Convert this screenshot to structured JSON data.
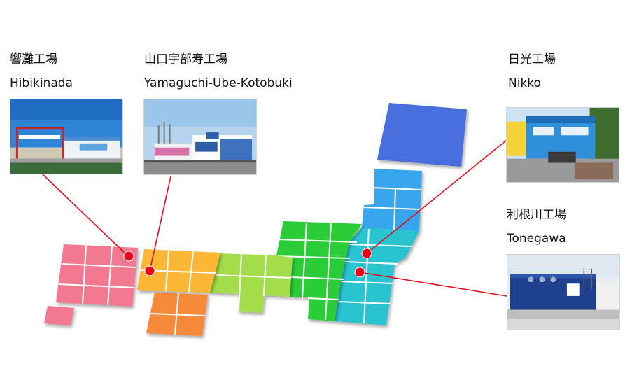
{
  "factories": [
    {
      "id": "hibikinada",
      "jp": "響灘工場",
      "en": "Hibikinada",
      "photo_icon": "factory-photo-hibikinada"
    },
    {
      "id": "yamaguchi",
      "jp": "山口宇部寿工場",
      "en": "Yamaguchi-Ube-Kotobuki",
      "photo_icon": "factory-photo-yamaguchi"
    },
    {
      "id": "nikko",
      "jp": "日光工場",
      "en": "Nikko",
      "photo_icon": "factory-photo-nikko"
    },
    {
      "id": "tonegawa",
      "jp": "利根川工場",
      "en": "Tonegawa",
      "photo_icon": "factory-photo-tonegawa"
    }
  ],
  "colors": {
    "leader_line": "#e0101e",
    "marker": "#e8001a",
    "kyushu": "#f37891",
    "okinawa": "#f37891",
    "chugoku": "#fbb734",
    "shikoku": "#f7893a",
    "kansai": "#a3dd4a",
    "chubu": "#2ccd37",
    "kanto": "#2cc4d0",
    "tohoku": "#37a6ec",
    "hokkaido": "#4a6ede"
  }
}
